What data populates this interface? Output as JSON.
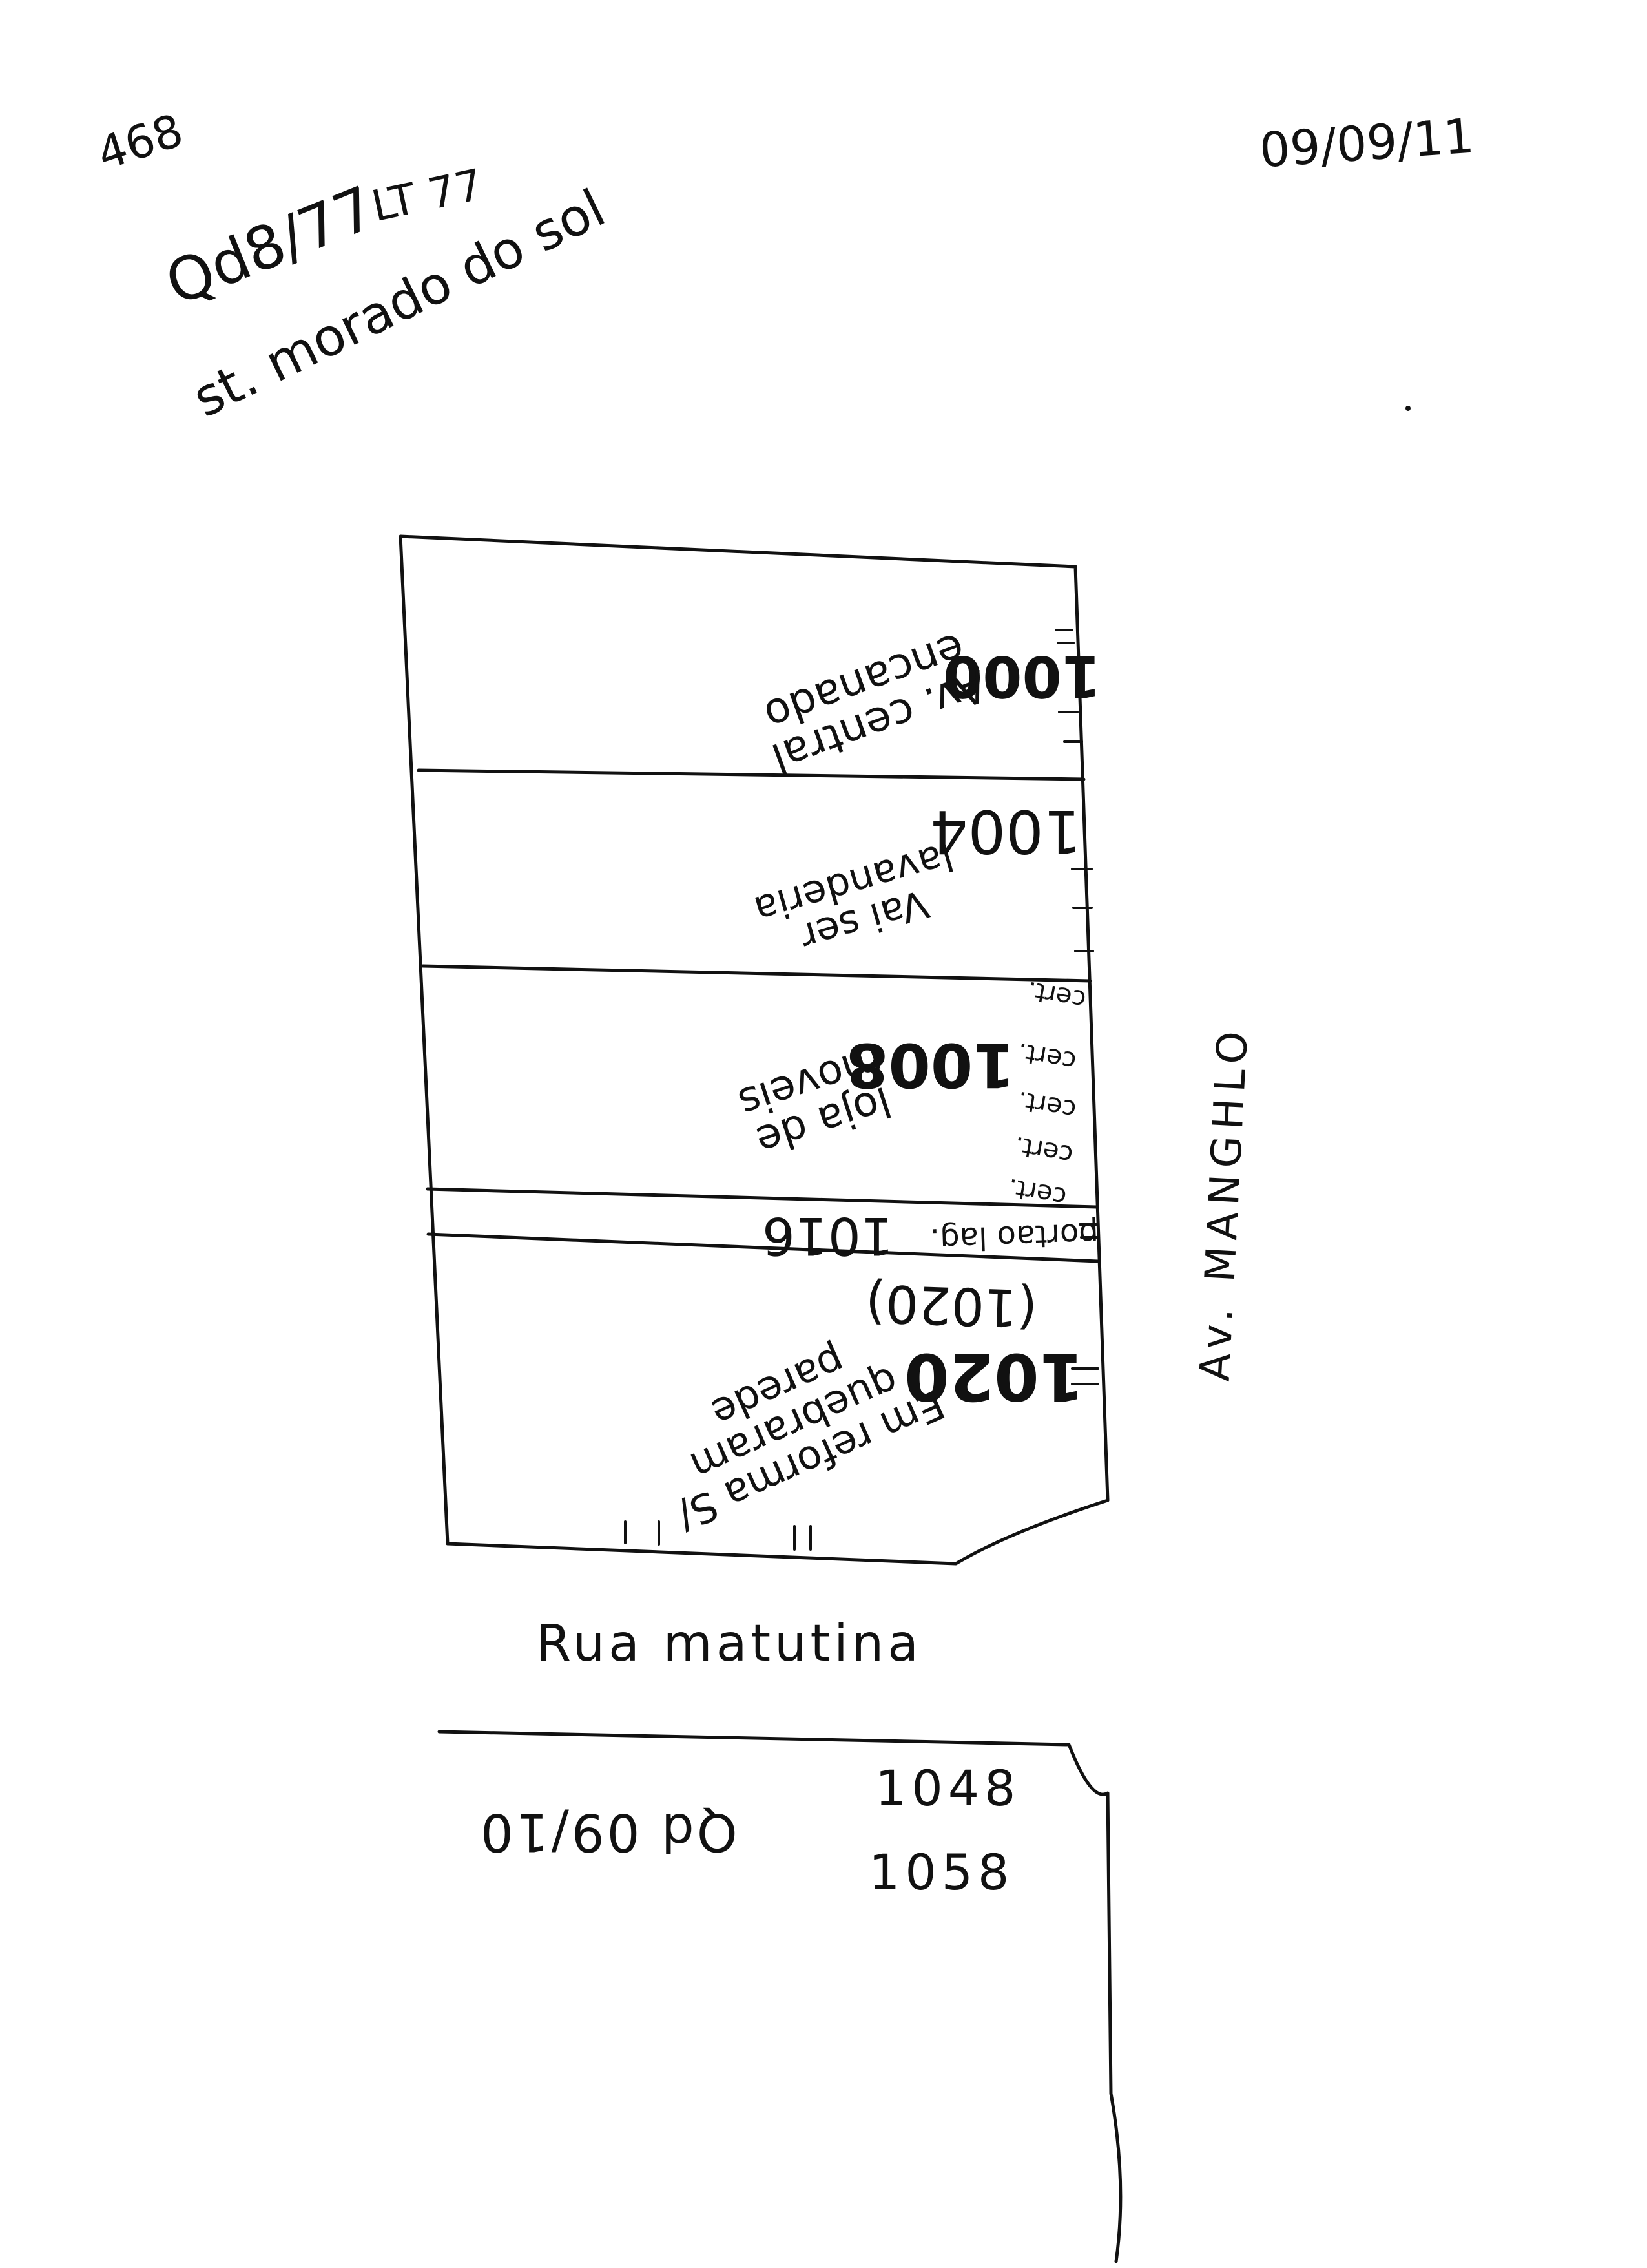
{
  "sheet": {
    "ref_number": "468",
    "quadra_lote": "Qd8/77",
    "lot": "LT 77",
    "street_name": "st. morado do sol",
    "date": "09/09/11"
  },
  "plan": {
    "road_right": "Av. MANGHLO",
    "road_bottom": "Rua matutina",
    "units": [
      {
        "number": "1000",
        "description": "Av. central encanado"
      },
      {
        "number": "1004",
        "description": "Vai ser lavanderia"
      },
      {
        "number": "1008",
        "description": "loja de moveis",
        "side_notes": [
          "cert.",
          "cert.",
          "cert.",
          "cert.",
          "cert."
        ]
      },
      {
        "number": "1016",
        "description": "portao lag."
      },
      {
        "number": "1020",
        "alt_number": "(1020)",
        "description": "Em reforma S/ quebraram parede"
      }
    ],
    "lower_numbers": [
      "1048",
      "1058"
    ],
    "lower_note": "Qd 09/10"
  }
}
